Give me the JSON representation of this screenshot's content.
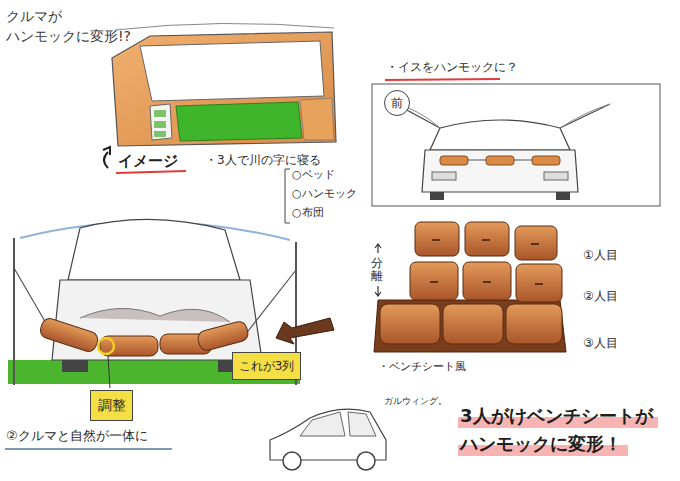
{
  "diagram": {
    "title": "クルマが ハンモックに変形!?",
    "caption": "3人がけベンチシートが ハンモックに変形！",
    "nodes": [
      {
        "text": [
          "前"
        ]
      },
      {
        "text": [
          "これが3列"
        ]
      },
      {
        "text": [
          "調整"
        ]
      }
    ],
    "labels": [
      "イメージ",
      "・3人で川の字に寝る",
      "○ベッド",
      "○ハンモック",
      "○布団",
      "・イスをハンモックに？",
      "分離",
      "①人目",
      "②人目",
      "③人目",
      "・ベンチシート風",
      "②クルマと自然が一体に",
      "ガルウィング。"
    ]
  }
}
